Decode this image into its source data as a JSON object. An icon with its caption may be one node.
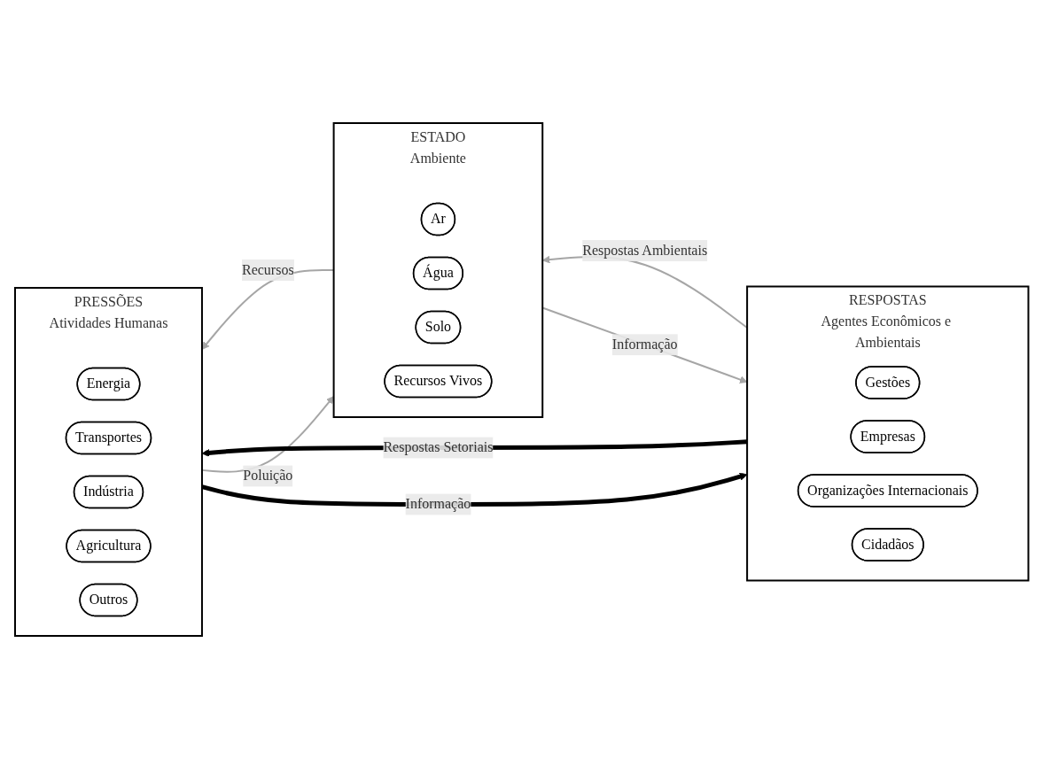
{
  "diagram": {
    "nodes": [
      {
        "text": [
          "PRESSÕES",
          "Atividades Humanas"
        ]
      },
      {
        "text": [
          "Energia"
        ],
        "in": 0
      },
      {
        "text": [
          "Transportes"
        ],
        "in": 0
      },
      {
        "text": [
          "Indústria"
        ],
        "in": 0
      },
      {
        "text": [
          "Agricultura"
        ],
        "in": 0
      },
      {
        "text": [
          "Outros"
        ],
        "in": 0
      },
      {
        "text": [
          "ESTADO",
          "Ambiente"
        ]
      },
      {
        "text": [
          "Ar"
        ],
        "in": 6
      },
      {
        "text": [
          "Água"
        ],
        "in": 6
      },
      {
        "text": [
          "Solo"
        ],
        "in": 6
      },
      {
        "text": [
          "Recursos Vivos"
        ],
        "in": 6
      },
      {
        "text": [
          "RESPOSTAS",
          "Agentes Econômicos e Ambientais"
        ]
      },
      {
        "text": [
          "Gestões"
        ],
        "in": 11
      },
      {
        "text": [
          "Empresas"
        ],
        "in": 11
      },
      {
        "text": [
          "Organizações Internacionais"
        ],
        "in": 11
      },
      {
        "text": [
          "Cidadãos"
        ],
        "in": 11
      }
    ],
    "edges": [
      {
        "from": 0,
        "to": 6,
        "arrow": "to",
        "label": "Poluição",
        "color": "#a6a6a6"
      },
      {
        "from": 6,
        "to": 0,
        "arrow": "to",
        "label": "Recursos",
        "color": "#a6a6a6"
      },
      {
        "from": 6,
        "to": 11,
        "arrow": "to",
        "label": "Informação",
        "color": "#a6a6a6"
      },
      {
        "from": 11,
        "to": 6,
        "arrow": "to",
        "label": "Respostas Ambientais",
        "color": "#a6a6a6"
      },
      {
        "from": 0,
        "to": 11,
        "arrow": "to",
        "label": "Informação",
        "style": "thick",
        "color": "#000000"
      },
      {
        "from": 11,
        "to": 0,
        "arrow": "to",
        "label": "Respostas Setoriais",
        "style": "thick",
        "color": "#000000"
      }
    ]
  }
}
